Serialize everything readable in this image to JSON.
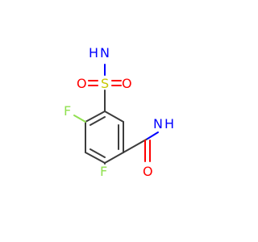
{
  "molecule": {
    "atoms": {
      "amine_h": "H",
      "amine_n": "N",
      "sulfonyl_s": "S",
      "sulfonyl_o1": "O",
      "sulfonyl_o2": "O",
      "fluorine_top": "F",
      "fluorine_bottom": "F",
      "amide_h": "H",
      "amide_n": "N",
      "amide_o": "O"
    },
    "colors": {
      "carbon_bond": "#3c3c3c",
      "nitrogen": "#0000ff",
      "oxygen": "#ff0000",
      "sulfur": "#c8c800",
      "fluorine": "#90e050"
    }
  }
}
